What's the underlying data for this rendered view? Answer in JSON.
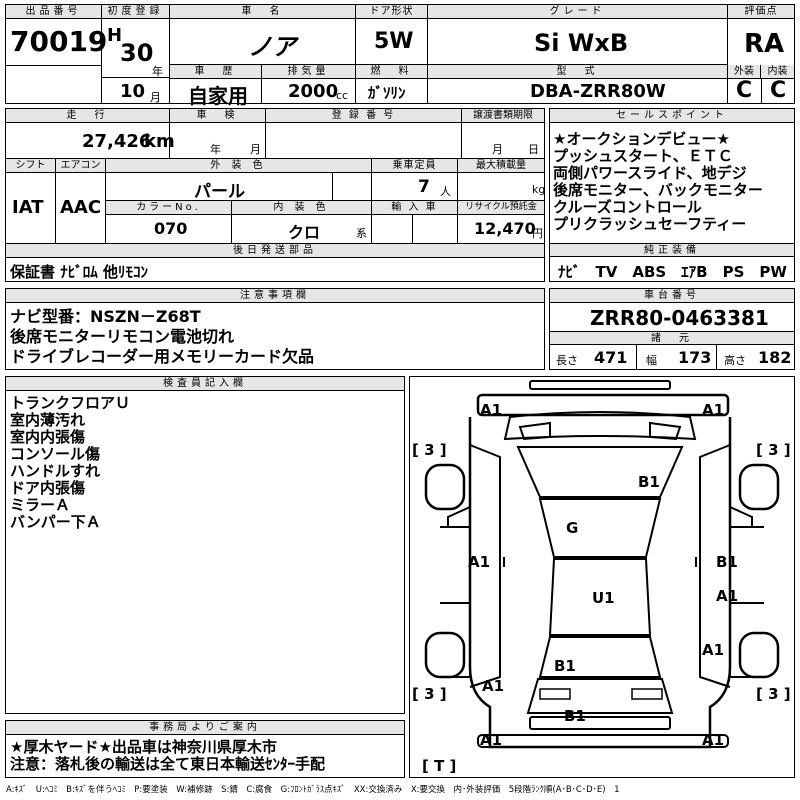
{
  "header": {
    "lot_label": "出品番号",
    "lot_no": "70019",
    "first_reg_label": "初度登録",
    "era": "H",
    "year": "30",
    "year_unit": "年",
    "month": "10",
    "month_unit": "月",
    "car_name_label": "車　名",
    "car_name": "ノア",
    "door_label": "ドア形状",
    "door": "5W",
    "grade_label": "グレード",
    "grade": "Si WxB",
    "score_label": "評価点",
    "score": "RA",
    "history_label": "車　歴",
    "history": "自家用",
    "displacement_label": "排気量",
    "displacement": "2000",
    "displacement_unit": "cc",
    "fuel_label": "燃　料",
    "fuel": "ｶﾞｿﾘﾝ",
    "model_label": "型　式",
    "model": "DBA-ZRR80W",
    "exterior_label": "外装",
    "exterior": "C",
    "interior_label": "内装",
    "interior": "C"
  },
  "row2": {
    "mileage_label": "走　行",
    "mileage": "27,426",
    "mileage_unit": "km",
    "inspection_label": "車　検",
    "insp_year": "年",
    "insp_month": "月",
    "reg_no_label": "登 録 番 号",
    "transfer_label": "譲渡書類期限",
    "transfer_month": "月",
    "transfer_day": "日",
    "shift_label": "シフト",
    "shift": "IAT",
    "aircon_label": "エアコン",
    "aircon": "AAC",
    "color_label": "外 装 色",
    "color": "パール",
    "capacity_label": "乗車定員",
    "capacity": "7",
    "capacity_unit": "人",
    "load_label": "最大積載量",
    "load_unit": "kg",
    "color_no_label": "カラーNo.",
    "color_no": "070",
    "int_color_label": "内 装 色",
    "int_color": "クロ",
    "int_color_unit": "系",
    "import_label": "輸 入 車",
    "recycle_label": "リサイクル預託金",
    "recycle": "12,470",
    "recycle_unit": "円",
    "later_label": "後日発送部品",
    "later": "保証書 ﾅﾋﾞﾛﾑ 他ﾘﾓｺﾝ"
  },
  "sales": {
    "label": "セールスポイント",
    "lines": [
      "★オークションデビュー★",
      "プッシュスタート、ＥＴＣ",
      "両側パワースライド、地デジ",
      "後席モニター、バックモニター",
      "クルーズコントロール",
      "プリクラッシュセーフティー"
    ],
    "equip_label": "純正装備",
    "equip": "ﾅﾋﾞ　TV　ABS　ｴｱB　PS　PW"
  },
  "notes": {
    "label": "注意事項欄",
    "lines": [
      "ナビ型番：NSZN－Z68T",
      "後席モニターリモコン電池切れ",
      "ドライブレコーダー用メモリーカード欠品"
    ]
  },
  "chassis": {
    "label": "車台番号",
    "number": "ZRR80-0463381",
    "spec_label": "諸　元",
    "len_label": "長さ",
    "len": "471",
    "wid_label": "幅",
    "wid": "173",
    "hgt_label": "高さ",
    "hgt": "182"
  },
  "inspector": {
    "label": "検査員記入欄",
    "lines": [
      "トランクフロアＵ",
      "室内薄汚れ",
      "室内内張傷",
      "コンソール傷",
      "ハンドルすれ",
      "ドア内張傷",
      "ミラーＡ",
      "バンパー下Ａ"
    ]
  },
  "office": {
    "label": "事務局よりご案内",
    "lines": [
      "★厚木ヤード★出品車は神奈川県厚木市",
      "注意：落札後の輸送は全て東日本輸送ｾﾝﾀｰ手配"
    ]
  },
  "diagram": {
    "marks": {
      "fl": "A1",
      "fr": "A1",
      "hood": "B1",
      "wind": "G",
      "ldoor_f": "A1",
      "rdoor_f": "B1",
      "rdoor_r": "A1",
      "roof": "U1",
      "rq": "A1",
      "rear_glass": "B1",
      "lq": "A1",
      "trunk": "B1",
      "rl": "A1",
      "rr": "A1"
    },
    "tire_fl": "[ 3 ]",
    "tire_fr": "[ 3 ]",
    "tire_rl": "[ 3 ]",
    "tire_rr": "[ 3 ]",
    "spare": "[ T ]"
  },
  "legend": "A:ｷｽﾞ　U:ﾍｺﾐ　B:ｷｽﾞを伴うﾍｺﾐ　P:要塗装　W:補修跡　S:錆　C:腐食　G:ﾌﾛﾝﾄｶﾞﾗｽ点ｷｽﾞ　XX:交換済み　X:要交換　内･外装評価　5段階ﾗﾝｸ順(A･B･C･D･E)　1"
}
